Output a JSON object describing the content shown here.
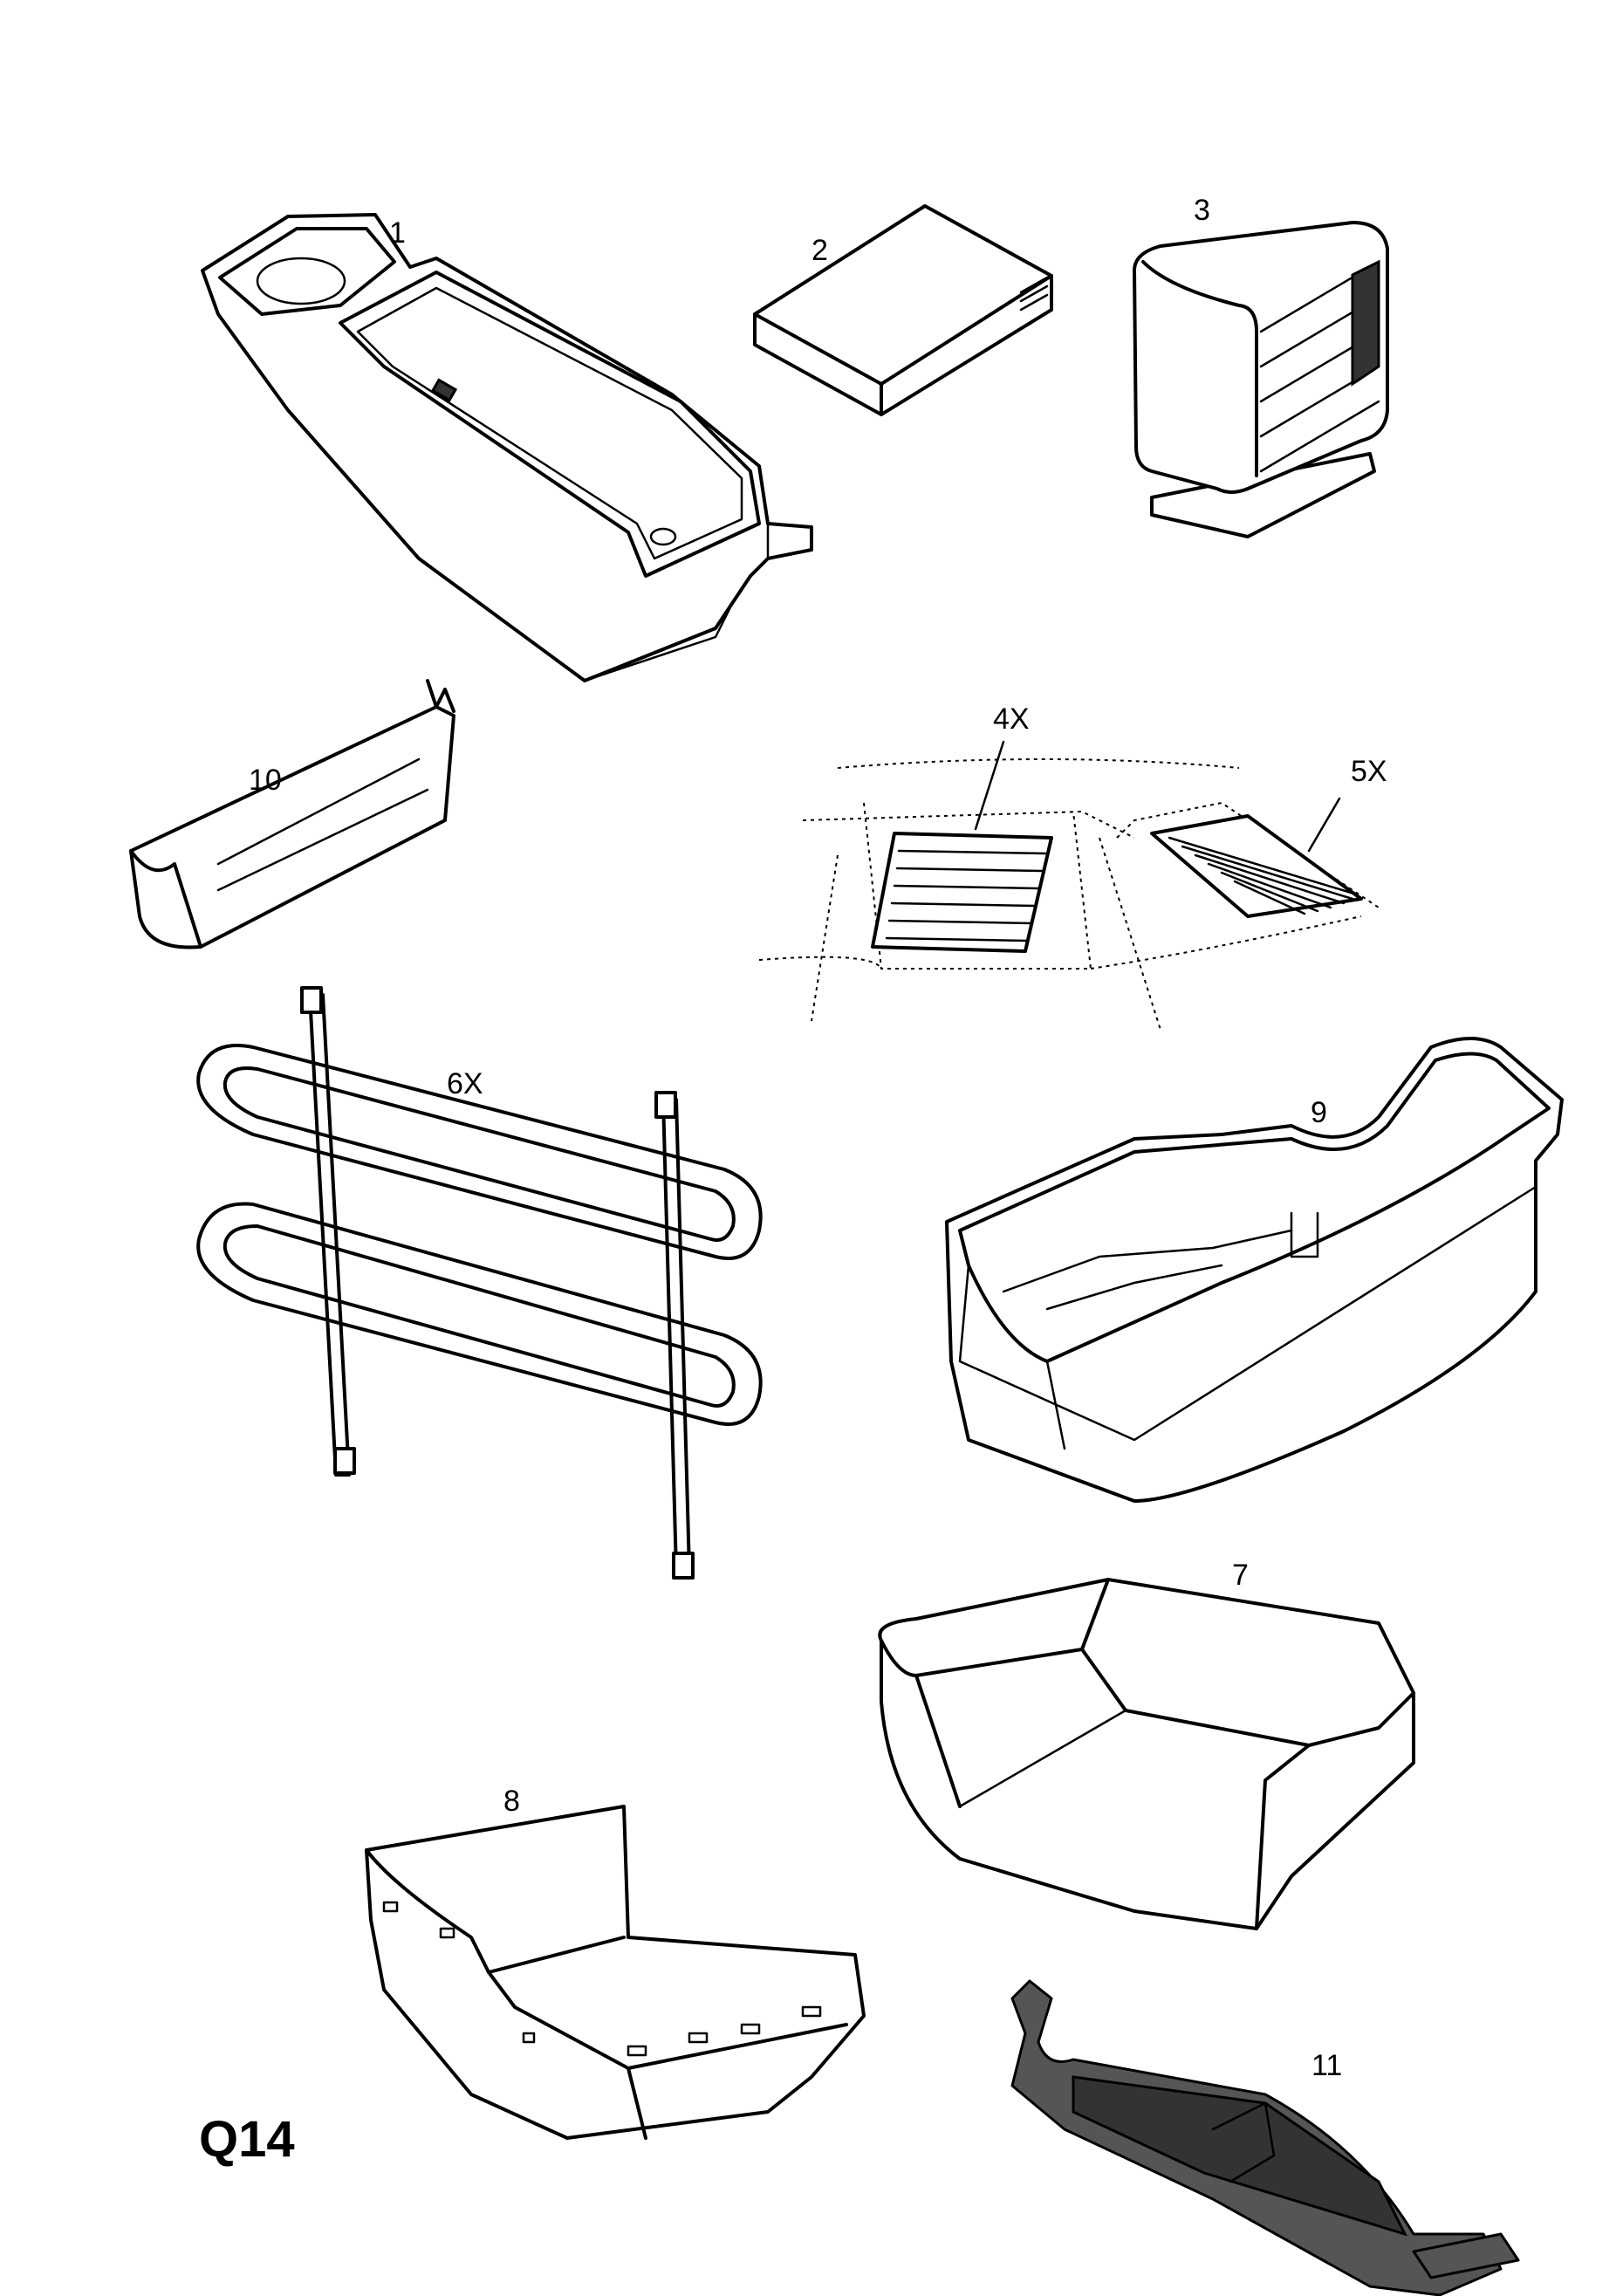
{
  "page_code": "Q14",
  "callouts": {
    "p1": "1",
    "p2": "2",
    "p3": "3",
    "p4": "4X",
    "p5": "5X",
    "p6": "6X",
    "p7": "7",
    "p8": "8",
    "p9": "9",
    "p10": "10",
    "p11": "11"
  }
}
